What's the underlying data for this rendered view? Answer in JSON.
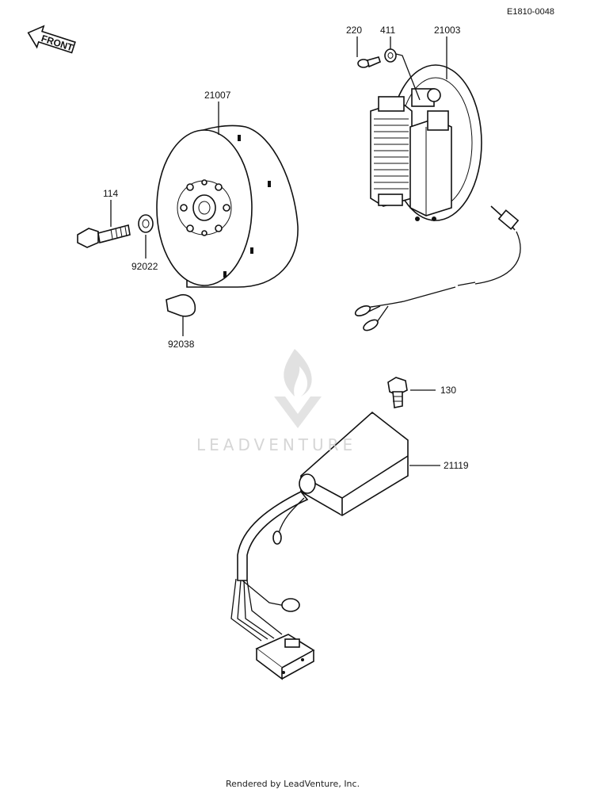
{
  "diagram_code": "E1810-0048",
  "front_label": "FRONT",
  "watermark": "LEADVENTURE",
  "footer": "Rendered by LeadVenture, Inc.",
  "parts": {
    "p220": "220",
    "p411": "411",
    "p21003": "21003",
    "p21007": "21007",
    "p114": "114",
    "p92022": "92022",
    "p92038": "92038",
    "p130": "130",
    "p21119": "21119"
  }
}
